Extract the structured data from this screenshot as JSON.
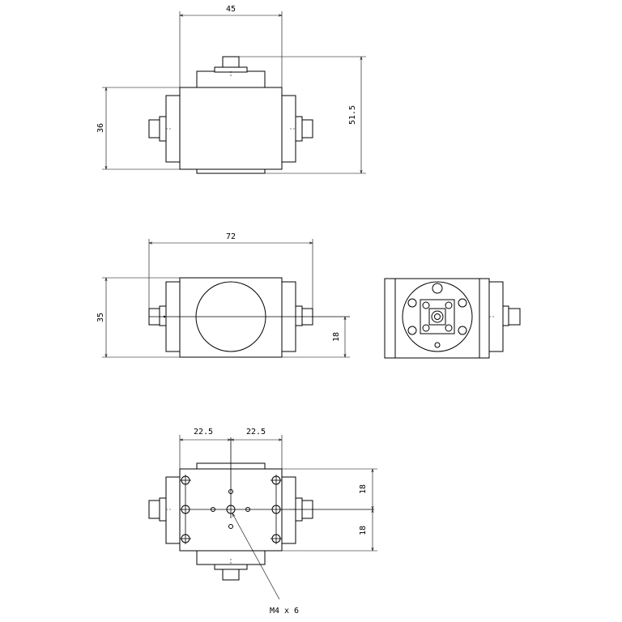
{
  "views": {
    "top": {
      "width_label": "45",
      "height_label": "36",
      "overall_label": "51.5"
    },
    "front": {
      "width_label": "72",
      "height_label": "35",
      "port_height_label": "18"
    },
    "bottom": {
      "left_label": "22.5",
      "right_label": "22.5",
      "upper_label": "18",
      "lower_label": "18",
      "thread_label": "M4 x 6"
    }
  }
}
